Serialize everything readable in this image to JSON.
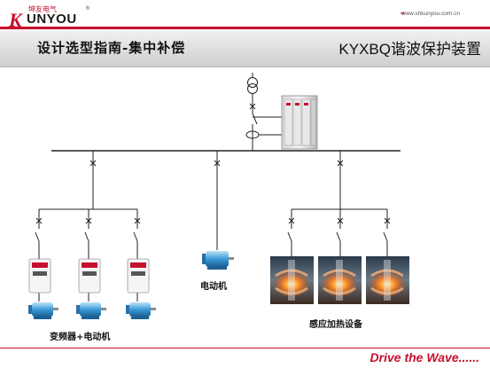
{
  "header": {
    "logo_cn": "坤友电气",
    "logo_en": "UNYOU",
    "logo_k": "K",
    "logo_reg": "®",
    "website": "www.shkunyou.com.cn",
    "website_arrow": "➔"
  },
  "title": {
    "left": "设计选型指南-集中补偿",
    "right": "KYXBQ谐波保护装置"
  },
  "labels": {
    "vfd_motor": "变频器+电动机",
    "motor": "电动机",
    "induction": "感应加热设备"
  },
  "footer": {
    "slogan": "Drive the Wave......"
  },
  "colors": {
    "brand_red": "#c8102e",
    "line": "#222222"
  },
  "icons": [
    "transformer-icon",
    "breaker-icon",
    "switch-icon",
    "current-transformer-icon",
    "cabinet-icon",
    "inverter-icon",
    "motor-icon",
    "induction-heater-icon"
  ]
}
